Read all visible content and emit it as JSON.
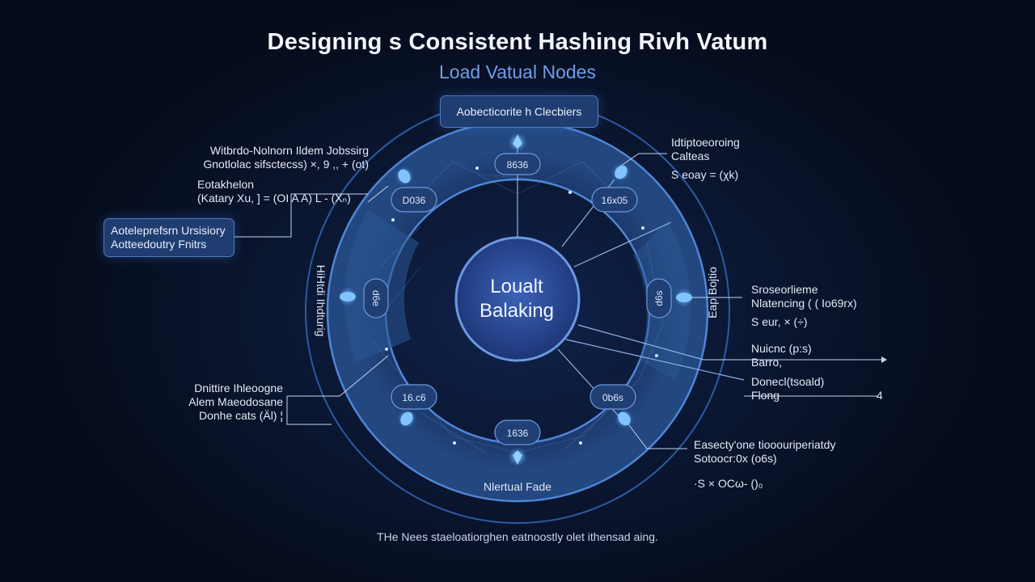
{
  "title": "Designing s Consistent Hashing Rivh Vatum",
  "subtitle": "Load Vatual Nodes",
  "center": {
    "line1": "Loualt",
    "line2": "Balaking"
  },
  "top_box": "Aobecticorite h Clecbiers",
  "left_box": {
    "line1": "Aoteleprefsrn Ursisiory",
    "line2": "Aotteedoutry Fnitrs"
  },
  "ring_nodes": [
    {
      "label": "8636"
    },
    {
      "label": "16x05"
    },
    {
      "label": "D036"
    },
    {
      "label": "1636"
    },
    {
      "label": "0b6s"
    },
    {
      "label": "16.c6"
    },
    {
      "label": "d6e"
    },
    {
      "label": "d6s"
    }
  ],
  "ring_side_labels": {
    "left": "HiHtdi Ihdturig",
    "right": "Eap Bojtio"
  },
  "annotations": {
    "top_left": [
      "Witbrdo-Nolnorn Ildem Jobssirg",
      "Gnotlolac sifsctecss) ×, 9 ,, + (ot)",
      "Eotakhelon",
      "(Katary Xu, ] = (OI A A) L - (Xₙ)"
    ],
    "top_right": [
      "Idtiptoeoroing",
      "Calteas",
      "S  eoay = (χk)"
    ],
    "right_mid": [
      "Sroseorlieme",
      "Nlatencing ( ( Io69rx)",
      "S eur, × (÷)"
    ],
    "right_low1": [
      "Nuicnc (p:s)",
      "Barro,"
    ],
    "right_low2": [
      "Donecl(tsoald)",
      "Flong"
    ],
    "right_low2_num": "4",
    "left_low": [
      "Dnittire Ihleoogne",
      "Alem Maeodosane",
      "Donhe cats (Äl) ¦"
    ],
    "bottom_right": [
      "Easecty'one tiooouriperiatdy",
      "Sotoocr:0x (o6s)",
      "·S × OCω- ()₀"
    ],
    "bottom_label": "Nlertual Fade"
  },
  "footer": "THe Nees staeloatiorghen eatnoostly olet ithensad aing.",
  "colors": {
    "background": "#070f22",
    "ring": "#3a6fc0",
    "accent": "#6f9fe6",
    "node": "#6cc0ff",
    "box": "#1f3d70"
  }
}
